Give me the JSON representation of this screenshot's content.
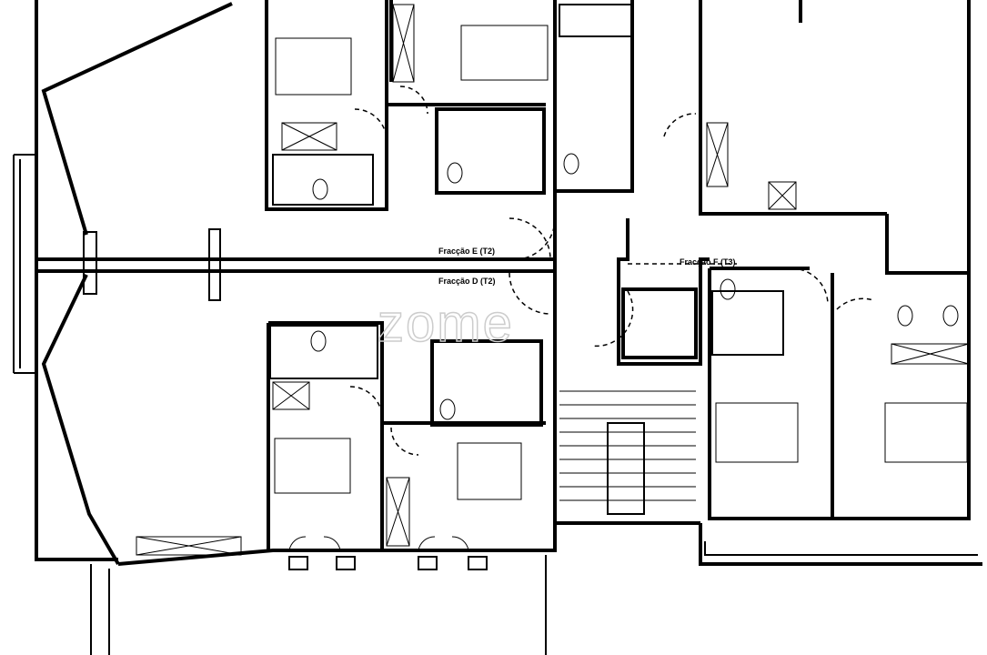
{
  "plan": {
    "units": [
      {
        "label": "Fracção E (T2)"
      },
      {
        "label": "Fracção D (T2)"
      },
      {
        "label": "Fracção F (T3)"
      }
    ],
    "watermark": "zome",
    "line_color": "#000000",
    "background": "#ffffff"
  }
}
